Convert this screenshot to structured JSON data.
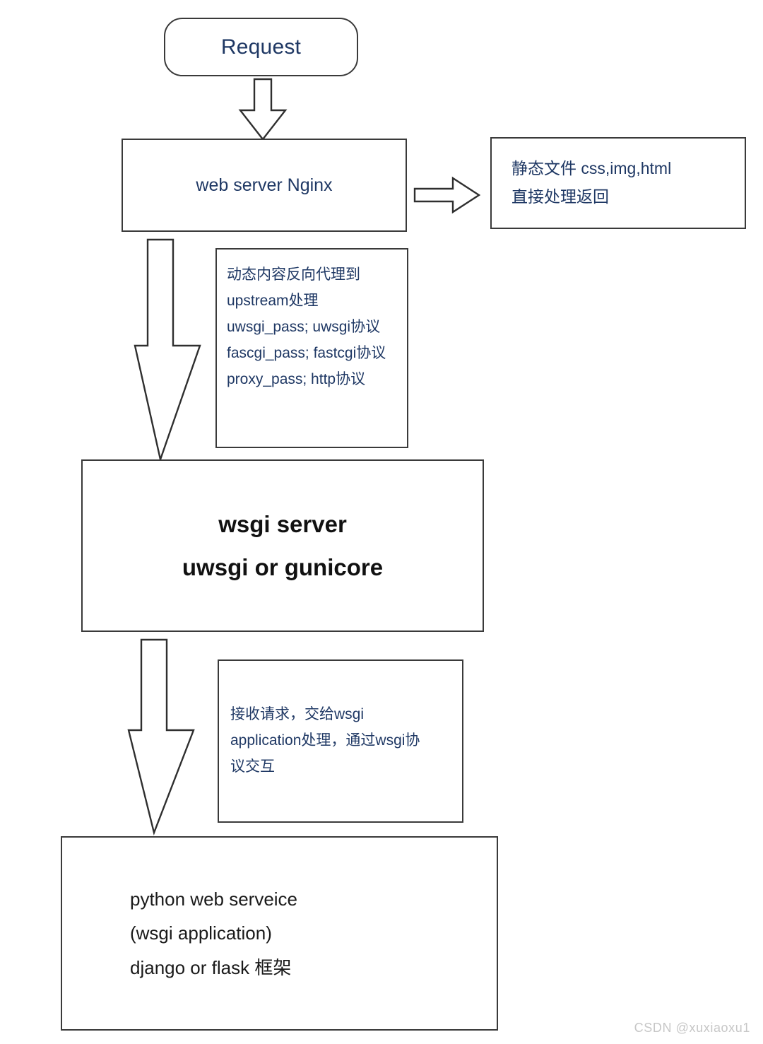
{
  "diagram": {
    "title": "Nginx / WSGI / Python web application request flow",
    "nodes": {
      "request": {
        "label": "Request"
      },
      "nginx": {
        "label": "web server Nginx"
      },
      "static": {
        "line1": "静态文件  css,img,html",
        "line2": "直接处理返回"
      },
      "proxy_note": {
        "line1": "动态内容反向代理到",
        "line2": "upstream处理",
        "line3": "uwsgi_pass; uwsgi协议",
        "line4": "fascgi_pass; fastcgi协议",
        "line5": "proxy_pass; http协议"
      },
      "wsgi_server": {
        "line1": "wsgi server",
        "line2": "uwsgi  or gunicore"
      },
      "wsgi_note": {
        "line1": "接收请求，交给wsgi",
        "line2": "application处理，通过wsgi协",
        "line3": "议交互"
      },
      "app": {
        "line1": "python web serveice",
        "line2": "(wsgi application)",
        "line3": " django or flask 框架"
      }
    },
    "arrows": {
      "request_to_nginx": {
        "name": "down-arrow-block",
        "direction": "down"
      },
      "nginx_to_static": {
        "name": "right-arrow-block",
        "direction": "right"
      },
      "nginx_to_wsgi": {
        "name": "down-arrow-long",
        "direction": "down"
      },
      "wsgi_to_app": {
        "name": "down-arrow-long",
        "direction": "down"
      }
    },
    "watermark": "CSDN @xuxiaoxu1",
    "colors": {
      "stroke": "#3a3a3a",
      "text_blue": "#1f3864",
      "text_black": "#111111",
      "background": "#ffffff",
      "watermark": "#c7c7c7"
    }
  }
}
